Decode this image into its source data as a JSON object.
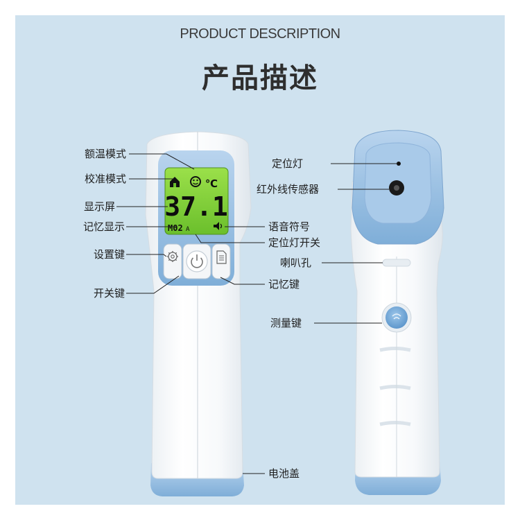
{
  "header": {
    "subtitle_en": "PRODUCT DESCRIPTION",
    "title_cn": "产品描述"
  },
  "device_display": {
    "temperature": "37.1",
    "unit": "℃",
    "memory": "M02"
  },
  "labels_left": {
    "forehead_mode": "额温模式",
    "calibration_mode": "校准模式",
    "display_screen": "显示屏",
    "memory_display": "记忆显示",
    "settings_key": "设置键",
    "power_key": "开关键"
  },
  "labels_right": {
    "positioning_light": "定位灯",
    "ir_sensor": "红外线传感器",
    "voice_symbol": "语音符号",
    "positioning_light_switch": "定位灯开关",
    "speaker_hole": "喇叭孔",
    "memory_key": "记忆键",
    "measure_key": "测量键",
    "battery_cover": "电池盖"
  },
  "colors": {
    "background_panel": "#cfe2ef",
    "device_accent": "#8fb8e0",
    "lcd_green": "#7fcf3a"
  }
}
